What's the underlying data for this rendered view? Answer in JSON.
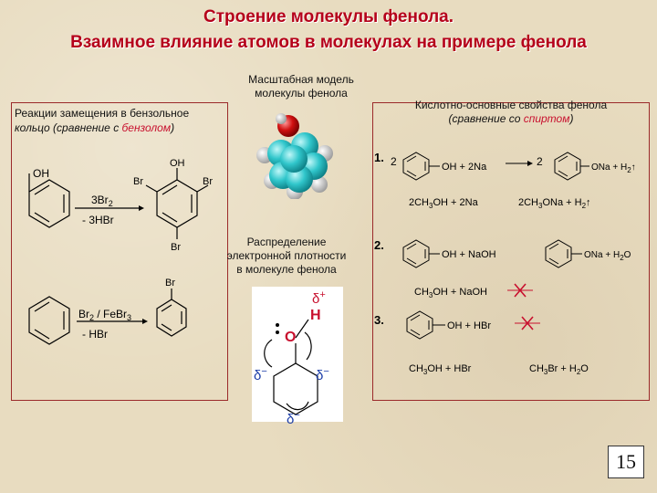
{
  "title": {
    "line1": "Строение молекулы фенола.",
    "line2": "Взаимное влияние атомов в молекулах на примере фенола"
  },
  "model": {
    "caption_line1": "Масштабная модель",
    "caption_line2": "молекулы фенола"
  },
  "left": {
    "heading_line1": "Реакции замещения в бензольное",
    "heading_prefix": "кольцо  (сравнение с ",
    "heading_highlight": "бензолом",
    "heading_suffix": ")",
    "oh": "OH",
    "reagent1": "3Br",
    "reagent1_sub": "2",
    "byproduct1": "- 3HBr",
    "br_top_left": "Br",
    "br_top_right": "Br",
    "br_bottom": "Br",
    "oh_product": "OH",
    "reagent2": "Br",
    "reagent2_sub1": "2",
    "reagent2_mid": " / FeBr",
    "reagent2_sub2": "3",
    "byproduct2": "- HBr",
    "br_benzene": "Br"
  },
  "middle": {
    "caption_line1": "Распределение",
    "caption_line2": "электронной плотности",
    "caption_line3": "в молекуле фенола",
    "delta_plus": "δ",
    "plus": "+",
    "h": "H",
    "o": "O",
    "delta_minus": "δ",
    "minus": "−"
  },
  "right": {
    "heading_line1": "Кислотно-основные свойства фенола",
    "heading_prefix": "(сравнение со ",
    "heading_highlight": "спиртом",
    "heading_suffix": ")",
    "n1": "1.",
    "r1_coef": "2",
    "r1_reagent": "OH + 2Na",
    "r1_coef2": "2",
    "r1_product": "ONa + H",
    "r1_product_sub": "2",
    "r1b_left": "2CH",
    "r1b_left_sub": "3",
    "r1b_left_tail": "OH + 2Na",
    "r1b_right": "2CH",
    "r1b_right_sub": "3",
    "r1b_right_tail": "ONa + H",
    "r1b_right_sub2": "2",
    "n2": "2.",
    "r2_reagent": "OH + NaOH",
    "r2_product": "ONa + H",
    "r2_product_sub": "2",
    "r2_product_tail": "O",
    "r2b": "CH",
    "r2b_sub": "3",
    "r2b_tail": "OH + NaOH",
    "n3": "3.",
    "r3_reagent": "OH + HBr",
    "r3b_left": "CH",
    "r3b_left_sub": "3",
    "r3b_left_tail": "OH + HBr",
    "r3b_right": "CH",
    "r3b_right_sub": "3",
    "r3b_right_tail": "Br + H",
    "r3b_right_sub2": "2",
    "r3b_right_tail2": "O"
  },
  "page_number": "15",
  "colors": {
    "title": "#b5001a",
    "border": "#9b2a2a",
    "highlight": "#c8102e",
    "carbon": "#2ec4c8",
    "oxygen": "#d01010"
  }
}
